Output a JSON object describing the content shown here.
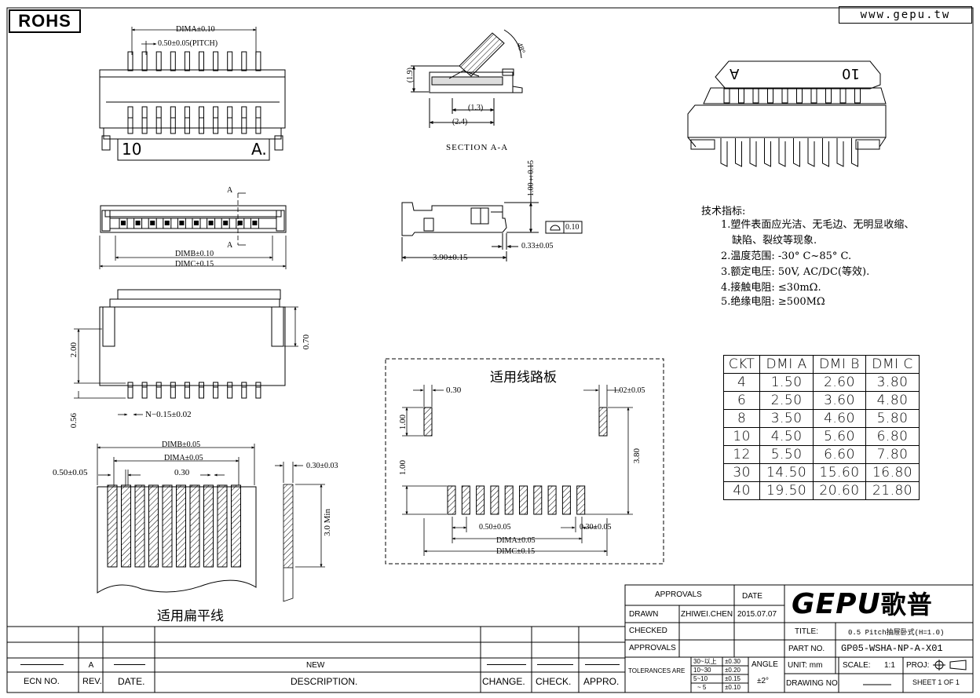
{
  "header": {
    "rohs": "ROHS",
    "website": "www.gepu.tw"
  },
  "top_view": {
    "dima": "DIMA±0.10",
    "pitch": "0.50±0.05(PITCH)",
    "label_left": "10",
    "label_right": "A."
  },
  "section": {
    "dim_19": "(1.9)",
    "angle": "48°",
    "dim_13": "(1.3)",
    "dim_24": "(2.4)",
    "title": "SECTION A-A"
  },
  "front_view": {
    "dimb": "DIMB±0.10",
    "dimc": "DIMC±0.15",
    "a_top": "A",
    "a_bot": "A"
  },
  "side_view": {
    "dim_100": "1.00±0.15",
    "flatness": "0.10",
    "dim_033": "0.33±0.05",
    "dim_390": "3.90±0.15"
  },
  "bottom_view": {
    "dim_200": "2.00",
    "dim_070": "0.70",
    "dim_056": "0.56",
    "n_dim": "N−0.15±0.02"
  },
  "fpc": {
    "dimb": "DIMB±0.05",
    "dima": "DIMA±0.05",
    "pitch": "0.50±0.05",
    "dim_030": "0.30",
    "thick": "0.30±0.03",
    "min_len": "3.0 Min",
    "title": "适用扁平线"
  },
  "pcb": {
    "title": "适用线路板",
    "dim_030": "0.30",
    "dim_102": "1.02±0.05",
    "dim_100a": "1.00",
    "dim_100b": "1.00",
    "dim_380": "3.80",
    "pitch": "0.50±0.05",
    "dim_030b": "0.30±0.05",
    "dima": "DIMA±0.05",
    "dimc": "DIMC±0.15"
  },
  "specs": {
    "title": "技术指标:",
    "items": [
      "1.塑件表面应光洁、无毛边、无明显收缩、",
      "缺陷、裂纹等现象.",
      "2.温度范围: -30° C~85° C.",
      "3.额定电压: 50V, AC/DC(等效).",
      "4.接触电阻: ≤30mΩ.",
      "5.绝缘电阻: ≥500MΩ"
    ]
  },
  "ckt_table": {
    "headers": [
      "CKT",
      "DMI A",
      "DMI B",
      "DMI C"
    ],
    "rows": [
      [
        "4",
        "1.50",
        "2.60",
        "3.80"
      ],
      [
        "6",
        "2.50",
        "3.60",
        "4.80"
      ],
      [
        "8",
        "3.50",
        "4.60",
        "5.80"
      ],
      [
        "10",
        "4.50",
        "5.60",
        "6.80"
      ],
      [
        "12",
        "5.50",
        "6.60",
        "7.80"
      ],
      [
        "30",
        "14.50",
        "15.60",
        "16.80"
      ],
      [
        "40",
        "19.50",
        "20.60",
        "21.80"
      ]
    ]
  },
  "title_block": {
    "approvals_h": "APPROVALS",
    "date_h": "DATE",
    "drawn": "DRAWN",
    "drawn_by": "ZHIWEI.CHEN",
    "drawn_date": "2015.07.07",
    "checked": "CHECKED",
    "approvals": "APPROVALS",
    "tolerances": "TOLERANCES ARE",
    "tol_ranges": [
      "30~以上",
      "10~30",
      "5~10",
      "~ 5"
    ],
    "tol_values": [
      "±0.30",
      "±0.20",
      "±0.15",
      "±0.10"
    ],
    "angle": "ANGLE",
    "angle_tol": "±2°",
    "logo": "GEPU",
    "logo_cn": "歌普",
    "title_label": "TITLE:",
    "title_value": "0.5 Pitch抽屉卧式(H=1.0)",
    "part_label": "PART NO.",
    "part_value": "GP05-WSHA-NP-A-X01",
    "unit": "UNIT: mm",
    "scale_label": "SCALE:",
    "scale_value": "1:1",
    "proj": "PROJ:",
    "drawing_no": "DRAWING NO.",
    "sheet": "SHEET   1  OF  1"
  },
  "revision": {
    "rev": "A",
    "new": "NEW",
    "ecn_h": "ECN NO.",
    "rev_h": "REV.",
    "date_h": "DATE.",
    "desc_h": "DESCRIPTION.",
    "change_h": "CHANGE.",
    "check_h": "CHECK.",
    "appro_h": "APPRO."
  }
}
